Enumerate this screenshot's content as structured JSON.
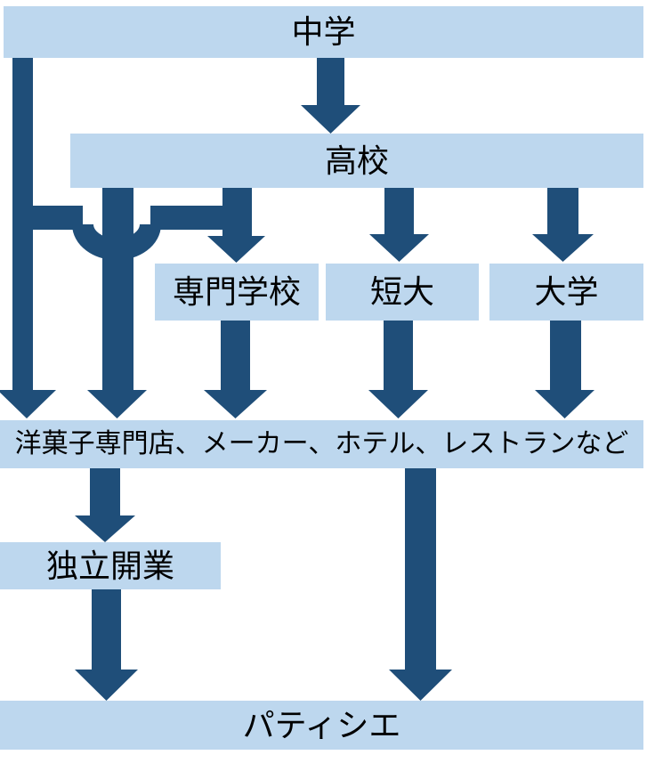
{
  "diagram_type": "flowchart",
  "colors": {
    "background": "#FFFFFF",
    "box_fill": "#BDD7EE",
    "arrow": "#1F4E79",
    "text": "#000000"
  },
  "nodes": {
    "chugaku": {
      "label": "中学"
    },
    "koko": {
      "label": "高校"
    },
    "senmon": {
      "label": "専門学校"
    },
    "tandai": {
      "label": "短大"
    },
    "daigaku": {
      "label": "大学"
    },
    "employ": {
      "label": "洋菓子専門店、メーカー、ホテル、レストランなど"
    },
    "dokuritsu": {
      "label": "独立開業"
    },
    "patissier": {
      "label": "パティシエ"
    }
  },
  "edges": [
    {
      "from": "chugaku",
      "to": "koko"
    },
    {
      "from": "chugaku",
      "to": "employ"
    },
    {
      "from": "chugaku",
      "to": "senmon"
    },
    {
      "from": "koko",
      "to": "senmon"
    },
    {
      "from": "koko",
      "to": "tandai"
    },
    {
      "from": "koko",
      "to": "daigaku"
    },
    {
      "from": "koko",
      "to": "employ"
    },
    {
      "from": "senmon",
      "to": "employ"
    },
    {
      "from": "tandai",
      "to": "employ"
    },
    {
      "from": "daigaku",
      "to": "employ"
    },
    {
      "from": "employ",
      "to": "dokuritsu"
    },
    {
      "from": "employ",
      "to": "patissier"
    },
    {
      "from": "dokuritsu",
      "to": "patissier"
    }
  ]
}
